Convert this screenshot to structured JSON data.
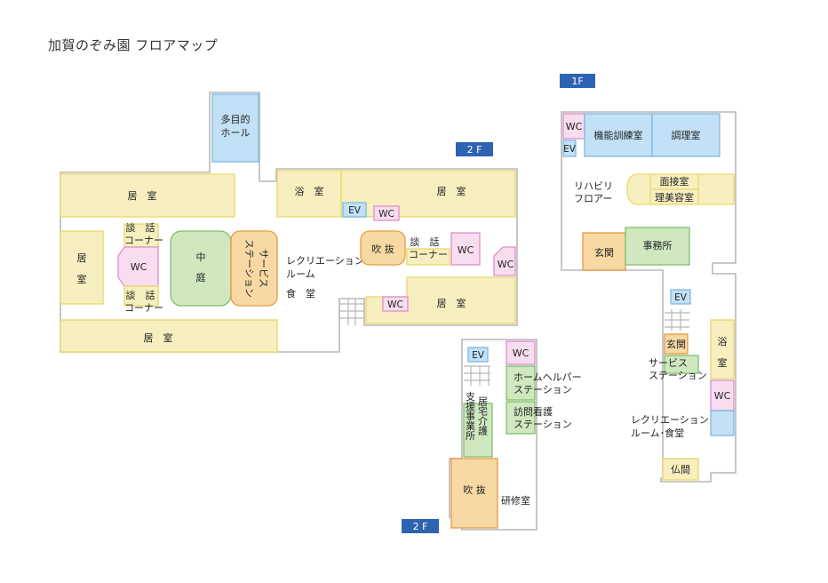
{
  "title": "加賀のぞみ園 フロアマップ",
  "floor_badges": {
    "f1": "1F",
    "f2_main": "2 F",
    "f2_annex": "2 F"
  },
  "rooms_2f": {
    "hall_l1": "多目的",
    "hall_l2": "ホール",
    "bath": "浴　室",
    "ev": "EV",
    "wc_top": "WC",
    "living_top_left": "居　室",
    "living_top_right": "居　室",
    "living_left_l1": "居",
    "living_left_l2": "室",
    "talk1_l1": "談　話",
    "talk1_l2": "コーナー",
    "wc_left": "WC",
    "talk2_l1": "談　話",
    "talk2_l2": "コーナー",
    "court_l1": "中",
    "court_l2": "庭",
    "station_l1": "サービス",
    "station_l2": "ステーション",
    "rec_l1": "レクリエーション",
    "rec_l2": "ルーム",
    "rec_l3": "食　堂",
    "atrium": "吹 抜",
    "talk3_l1": "談　話",
    "talk3_l2": "コーナー",
    "wc_mid": "WC",
    "wc_right": "WC",
    "wc_bottom": "WC",
    "living_mid_right": "居　室",
    "living_bottom": "居　室"
  },
  "rooms_annex": {
    "ev": "EV",
    "wc": "WC",
    "helper_l1": "ホームヘルパー",
    "helper_l2": "ステーション",
    "nurse_l1": "訪問看護",
    "nurse_l2": "ステーション",
    "care_c1": "居宅介護",
    "care_c2": "支援事業所",
    "atrium": "吹 抜",
    "training": "研修室"
  },
  "rooms_1f": {
    "wc_top": "WC",
    "ev_top": "EV",
    "rehab_train": "機能訓練室",
    "cooking": "調理室",
    "rehab_l1": "リハビリ",
    "rehab_l2": "フロアー",
    "interview": "面接室",
    "beauty": "理美容室",
    "entrance1": "玄関",
    "office": "事務所",
    "ev_mid": "EV",
    "entrance2": "玄関",
    "service_l1": "サービス",
    "service_l2": "ステーション",
    "bath_l1": "浴",
    "bath_l2": "室",
    "wc_right": "WC",
    "rec_l1": "レクリエーション",
    "rec_l2": "ルーム･食堂",
    "buddhist": "仏間"
  },
  "colors": {
    "living": "#f7efbf",
    "water": "#c2e0f6",
    "wc": "#f8dcef",
    "green": "#cfe8c0",
    "orange": "#f8d9a4",
    "badge": "#2e63b3"
  }
}
